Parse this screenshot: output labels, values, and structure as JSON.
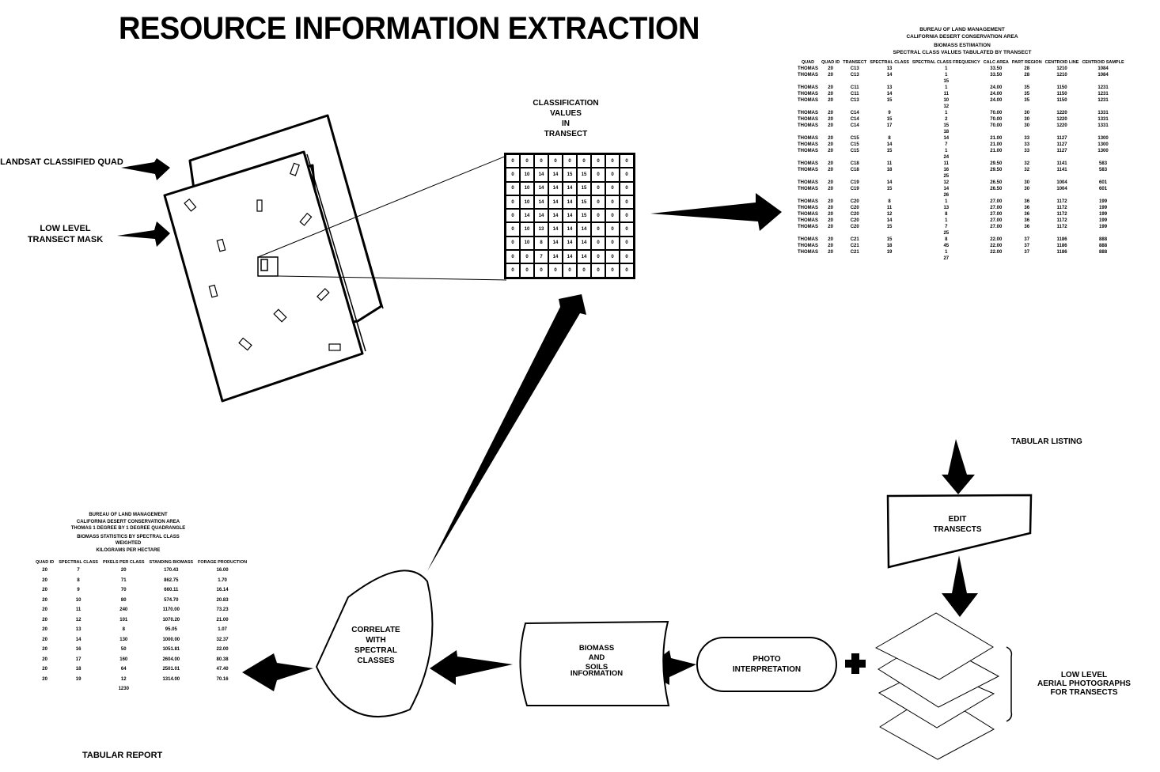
{
  "title": "RESOURCE INFORMATION EXTRACTION",
  "inputs": {
    "landsat_label": "LANDSAT CLASSIFIED QUAD",
    "mask_label": "LOW LEVEL TRANSECT MASK"
  },
  "classification": {
    "label_lines": [
      "CLASSIFICATION",
      "VALUES",
      "IN",
      "TRANSECT"
    ],
    "grid": [
      [
        "0",
        "0",
        "0",
        "0",
        "0",
        "0",
        "0",
        "0",
        "0"
      ],
      [
        "0",
        "10",
        "14",
        "14",
        "15",
        "15",
        "0",
        "0",
        "0"
      ],
      [
        "0",
        "10",
        "14",
        "14",
        "14",
        "15",
        "0",
        "0",
        "0"
      ],
      [
        "0",
        "10",
        "14",
        "14",
        "14",
        "15",
        "0",
        "0",
        "0"
      ],
      [
        "0",
        "14",
        "14",
        "14",
        "14",
        "15",
        "0",
        "0",
        "0"
      ],
      [
        "0",
        "10",
        "13",
        "14",
        "14",
        "14",
        "0",
        "0",
        "0"
      ],
      [
        "0",
        "10",
        "8",
        "14",
        "14",
        "14",
        "0",
        "0",
        "0"
      ],
      [
        "0",
        "0",
        "7",
        "14",
        "14",
        "14",
        "0",
        "0",
        "0"
      ],
      [
        "0",
        "0",
        "0",
        "0",
        "0",
        "0",
        "0",
        "0",
        "0"
      ]
    ]
  },
  "listing": {
    "header_lines": [
      "BUREAU OF LAND MANAGEMENT",
      "CALIFORNIA DESERT CONSERVATION AREA",
      "BIOMASS ESTIMATION",
      "SPECTRAL CLASS VALUES TABULATED BY TRANSECT"
    ],
    "columns": [
      "QUAD",
      "QUAD ID",
      "TRANSECT",
      "SPECTRAL CLASS",
      "SPECTRAL CLASS FREQUENCY",
      "CALC AREA",
      "PART REGION",
      "CENTROID LINE",
      "CENTROID SAMPLE"
    ],
    "groups": [
      {
        "rows": [
          [
            "THOMAS",
            "20",
            "C13",
            "13",
            "1",
            "33.50",
            "28",
            "1210",
            "1084"
          ],
          [
            "THOMAS",
            "20",
            "C13",
            "14",
            "1",
            "33.50",
            "28",
            "1210",
            "1084"
          ]
        ],
        "total": "15"
      },
      {
        "rows": [
          [
            "THOMAS",
            "20",
            "C11",
            "13",
            "1",
            "24.00",
            "35",
            "1150",
            "1231"
          ],
          [
            "THOMAS",
            "20",
            "C11",
            "14",
            "11",
            "24.00",
            "35",
            "1150",
            "1231"
          ],
          [
            "THOMAS",
            "20",
            "C13",
            "15",
            "10",
            "24.00",
            "35",
            "1150",
            "1231"
          ]
        ],
        "total": "12"
      },
      {
        "rows": [
          [
            "THOMAS",
            "20",
            "C14",
            "9",
            "1",
            "70.00",
            "30",
            "1220",
            "1331"
          ],
          [
            "THOMAS",
            "20",
            "C14",
            "15",
            "2",
            "70.00",
            "30",
            "1220",
            "1331"
          ],
          [
            "THOMAS",
            "20",
            "C14",
            "17",
            "15",
            "70.00",
            "30",
            "1220",
            "1331"
          ]
        ],
        "total": "18"
      },
      {
        "rows": [
          [
            "THOMAS",
            "20",
            "C15",
            "8",
            "14",
            "21.00",
            "33",
            "1127",
            "1300"
          ],
          [
            "THOMAS",
            "20",
            "C15",
            "14",
            "7",
            "21.00",
            "33",
            "1127",
            "1300"
          ],
          [
            "THOMAS",
            "20",
            "C15",
            "15",
            "1",
            "21.00",
            "33",
            "1127",
            "1300"
          ]
        ],
        "total": "24"
      },
      {
        "rows": [
          [
            "THOMAS",
            "20",
            "C18",
            "11",
            "11",
            "29.50",
            "32",
            "1141",
            "583"
          ],
          [
            "THOMAS",
            "20",
            "C18",
            "18",
            "16",
            "29.50",
            "32",
            "1141",
            "583"
          ]
        ],
        "total": "25"
      },
      {
        "rows": [
          [
            "THOMAS",
            "20",
            "C19",
            "14",
            "12",
            "26.50",
            "30",
            "1004",
            "601"
          ],
          [
            "THOMAS",
            "20",
            "C19",
            "15",
            "14",
            "26.50",
            "30",
            "1004",
            "601"
          ]
        ],
        "total": "26"
      },
      {
        "rows": [
          [
            "THOMAS",
            "20",
            "C20",
            "8",
            "1",
            "27.00",
            "36",
            "1172",
            "199"
          ],
          [
            "THOMAS",
            "20",
            "C20",
            "11",
            "13",
            "27.00",
            "36",
            "1172",
            "199"
          ],
          [
            "THOMAS",
            "20",
            "C20",
            "12",
            "8",
            "27.00",
            "36",
            "1172",
            "199"
          ],
          [
            "THOMAS",
            "20",
            "C20",
            "14",
            "1",
            "27.00",
            "36",
            "1172",
            "199"
          ],
          [
            "THOMAS",
            "20",
            "C20",
            "15",
            "7",
            "27.00",
            "36",
            "1172",
            "199"
          ]
        ],
        "total": "25"
      },
      {
        "rows": [
          [
            "THOMAS",
            "20",
            "C21",
            "15",
            "8",
            "22.00",
            "37",
            "1186",
            "888"
          ],
          [
            "THOMAS",
            "20",
            "C21",
            "18",
            "45",
            "22.00",
            "37",
            "1186",
            "888"
          ],
          [
            "THOMAS",
            "20",
            "C21",
            "19",
            "1",
            "22.00",
            "37",
            "1186",
            "888"
          ]
        ],
        "total": "27"
      }
    ],
    "caption": "TABULAR LISTING"
  },
  "edit_box": {
    "label_lines": [
      "EDIT",
      "TRANSECTS"
    ]
  },
  "aerial": {
    "label_lines": [
      "LOW LEVEL",
      "AERIAL PHOTOGRAPHS",
      "FOR TRANSECTS"
    ]
  },
  "photo": {
    "label_lines": [
      "PHOTO",
      "INTERPRETATION"
    ]
  },
  "biomass": {
    "label_lines": [
      "BIOMASS",
      "AND",
      "SOILS",
      "INFORMATION"
    ]
  },
  "correlate": {
    "label_lines": [
      "CORRELATE",
      "WITH",
      "SPECTRAL",
      "CLASSES"
    ]
  },
  "report": {
    "header_lines": [
      "BUREAU OF LAND MANAGEMENT",
      "CALIFORNIA DESERT CONSERVATION AREA",
      "THOMAS 1 DEGREE BY 1 DEGREE QUADRANGLE",
      "BIOMASS STATISTICS BY SPECTRAL CLASS",
      "WEIGHTED",
      "KILOGRAMS PER HECTARE"
    ],
    "columns": [
      "QUAD ID",
      "SPECTRAL CLASS",
      "PIXELS PER CLASS",
      "STANDING BIOMASS",
      "FORAGE PRODUCTION"
    ],
    "rows": [
      [
        "20",
        "7",
        "20",
        "170.43",
        "16.00"
      ],
      [
        "20",
        "8",
        "71",
        "862.75",
        "1.70"
      ],
      [
        "20",
        "9",
        "70",
        "660.11",
        "16.14"
      ],
      [
        "20",
        "10",
        "80",
        "574.70",
        "20.83"
      ],
      [
        "20",
        "11",
        "240",
        "1170.00",
        "73.23"
      ],
      [
        "20",
        "12",
        "101",
        "1070.20",
        "21.00"
      ],
      [
        "20",
        "13",
        "8",
        "95.05",
        "1.07"
      ],
      [
        "20",
        "14",
        "130",
        "1000.00",
        "32.37"
      ],
      [
        "20",
        "16",
        "50",
        "1051.81",
        "22.00"
      ],
      [
        "20",
        "17",
        "160",
        "2604.00",
        "80.38"
      ],
      [
        "20",
        "18",
        "64",
        "2501.01",
        "47.40"
      ],
      [
        "20",
        "19",
        "12",
        "1314.00",
        "70.16"
      ]
    ],
    "total": "1230",
    "caption": "TABULAR REPORT"
  }
}
